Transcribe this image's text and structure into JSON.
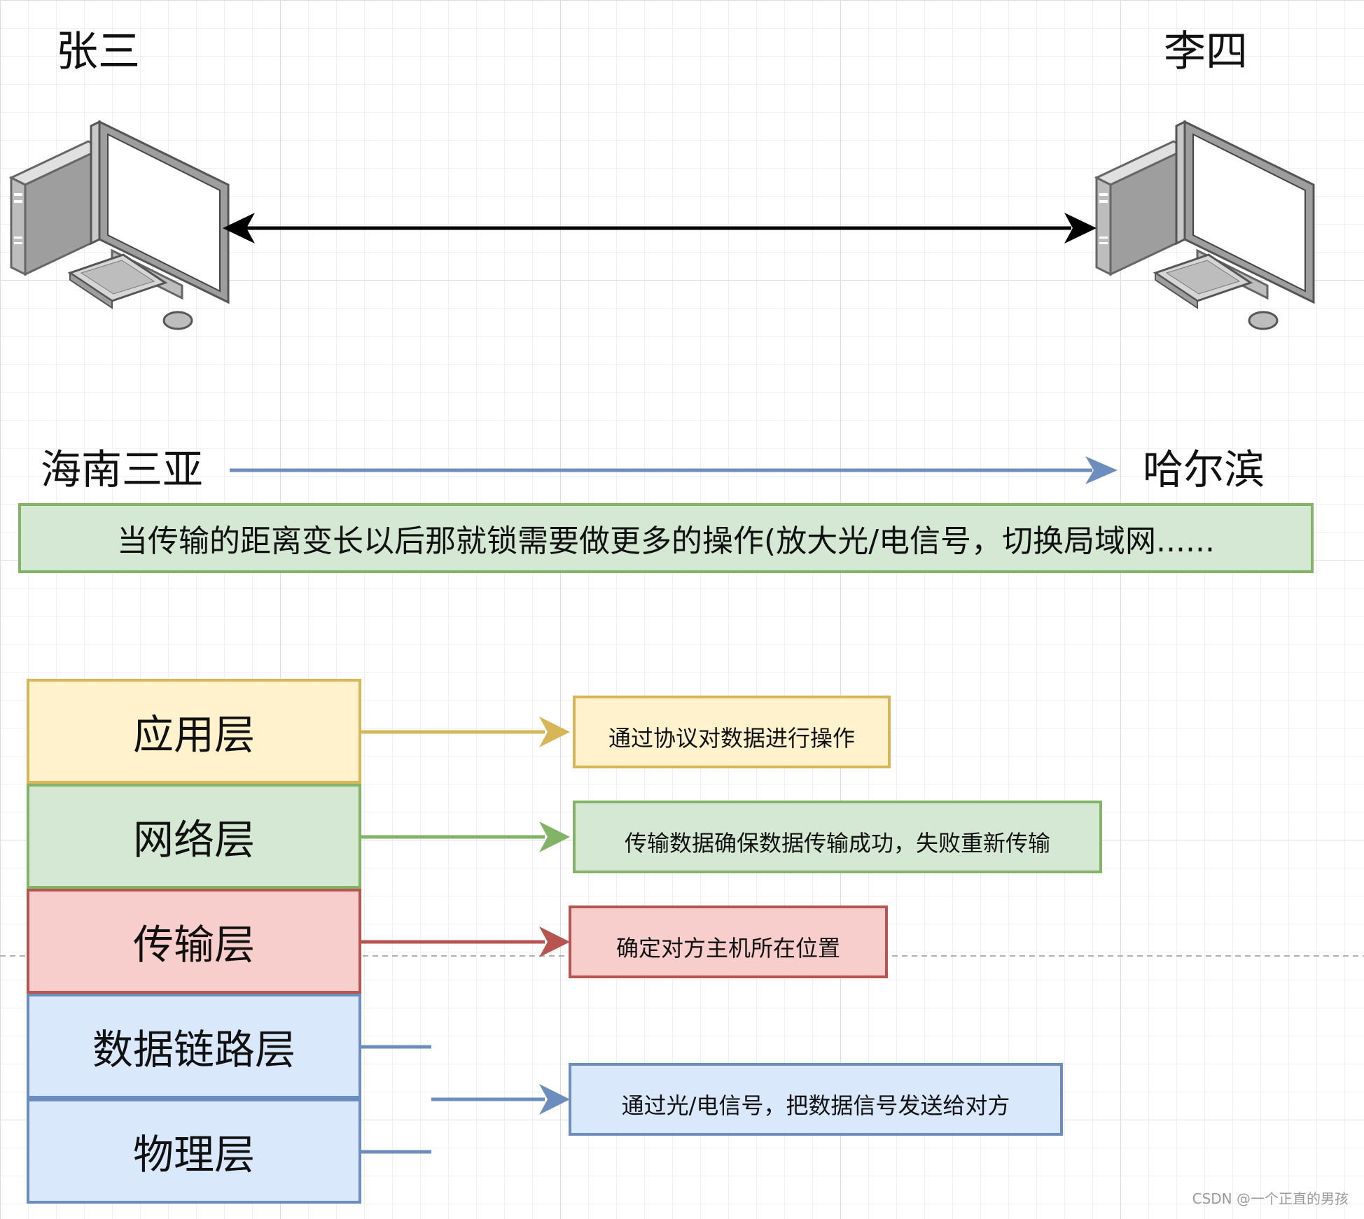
{
  "hosts": {
    "left": {
      "name": "张三",
      "icon": "desktop-computer-icon"
    },
    "right": {
      "name": "李四",
      "icon": "desktop-computer-icon"
    }
  },
  "route": {
    "from": "海南三亚",
    "to": "哈尔滨"
  },
  "note": "当传输的距离变长以后那就锁需要做更多的操作(放大光/电信号，切换局域网......",
  "layers": [
    {
      "label": "应用层",
      "fill": "#fff2cc",
      "stroke": "#d6b656"
    },
    {
      "label": "网络层",
      "fill": "#d5e8d4",
      "stroke": "#82b366"
    },
    {
      "label": "传输层",
      "fill": "#f8cecc",
      "stroke": "#b85450"
    },
    {
      "label": "数据链路层",
      "fill": "#dae8fc",
      "stroke": "#6c8ebf"
    },
    {
      "label": "物理层",
      "fill": "#dae8fc",
      "stroke": "#6c8ebf"
    }
  ],
  "descriptions": [
    {
      "text": "通过协议对数据进行操作",
      "fill": "#fff2cc",
      "stroke": "#d6b656"
    },
    {
      "text": "传输数据确保数据传输成功，失败重新传输",
      "fill": "#d5e8d4",
      "stroke": "#82b366"
    },
    {
      "text": "确定对方主机所在位置",
      "fill": "#f8cecc",
      "stroke": "#b85450"
    },
    {
      "text": "通过光/电信号，把数据信号发送给对方",
      "fill": "#dae8fc",
      "stroke": "#6c8ebf"
    }
  ],
  "watermark": "CSDN @一个正直的男孩"
}
